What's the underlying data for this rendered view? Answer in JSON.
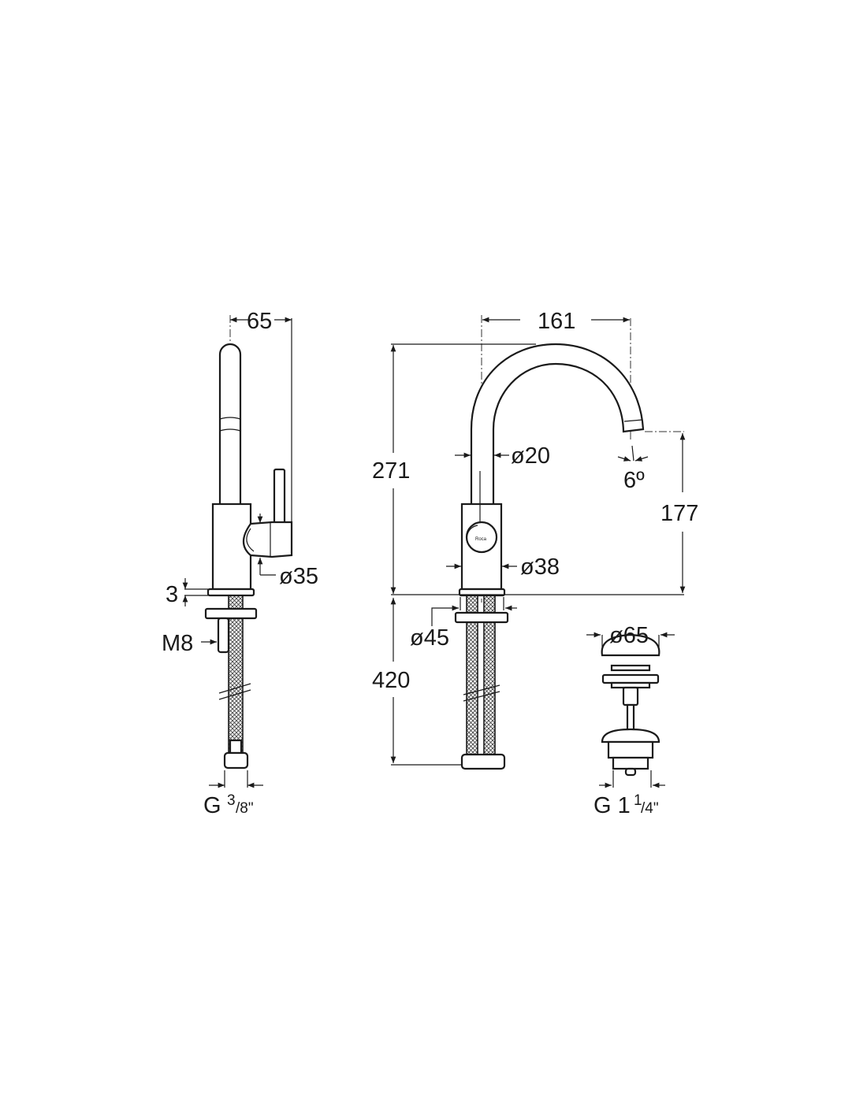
{
  "drawing": {
    "side_view": {
      "width": "65",
      "plate": "3",
      "handle_dia": "ø35",
      "stud": "M8",
      "connection_g": "G",
      "connection_frac_num": "3",
      "connection_frac_den": "/8\""
    },
    "front_view": {
      "reach": "161",
      "height": "271",
      "spout_dia": "ø20",
      "body_dia": "ø38",
      "angle": "6º",
      "spout_height": "177",
      "base_dia": "ø45",
      "hose_length": "420",
      "logo": "Roca"
    },
    "drain_view": {
      "cap_dia": "ø65",
      "thread_g": "G 1",
      "thread_frac_num": "1",
      "thread_frac_den": "/4\""
    }
  }
}
